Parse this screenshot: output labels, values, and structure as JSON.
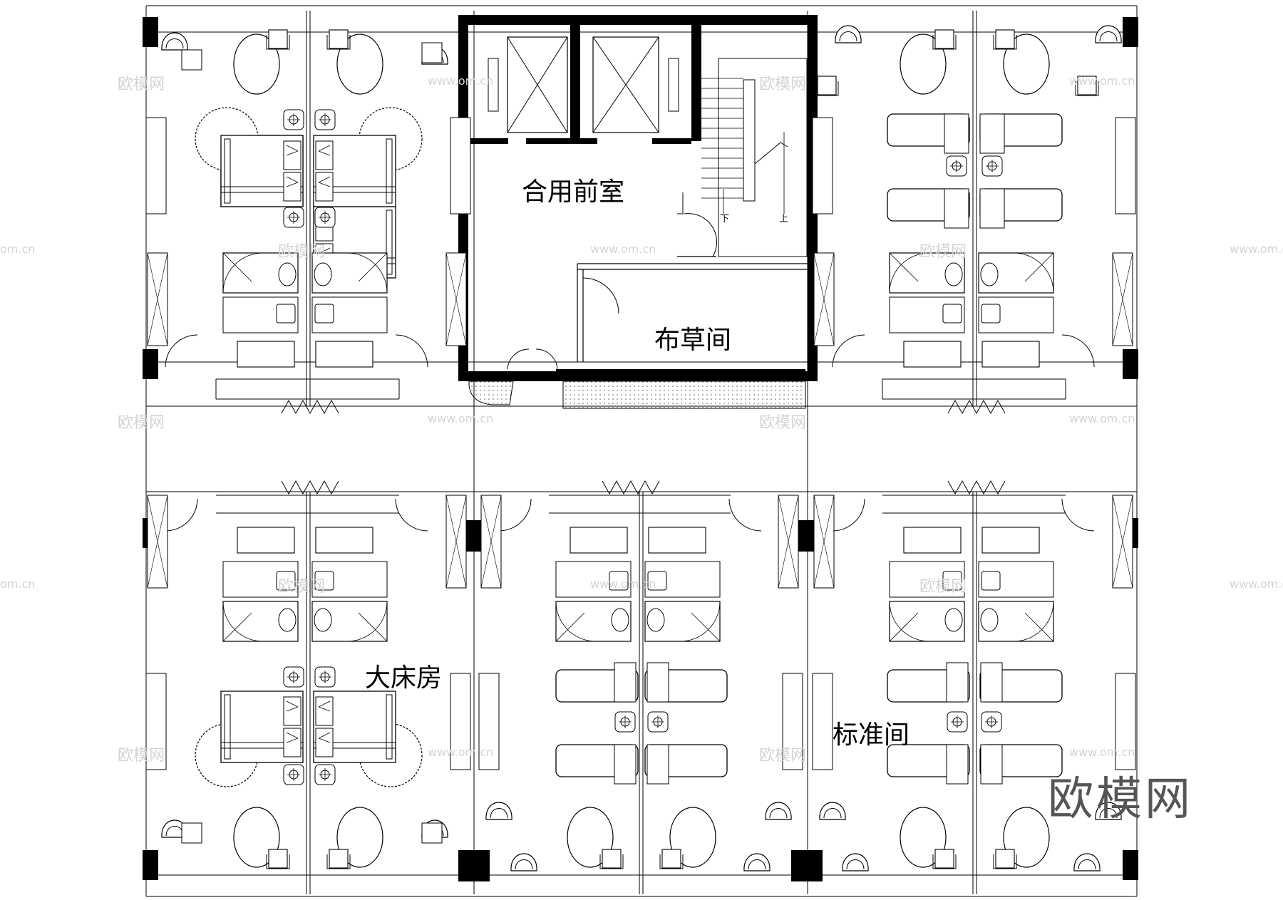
{
  "rooms": {
    "lobby": "合用前室",
    "linen": "布草间",
    "king_room": "大床房",
    "twin_room": "标准间"
  },
  "stair": {
    "down": "下",
    "up": "上"
  },
  "watermark": {
    "brand": "欧模网",
    "url": "www.om.cn",
    "url_short": "om.cn"
  }
}
